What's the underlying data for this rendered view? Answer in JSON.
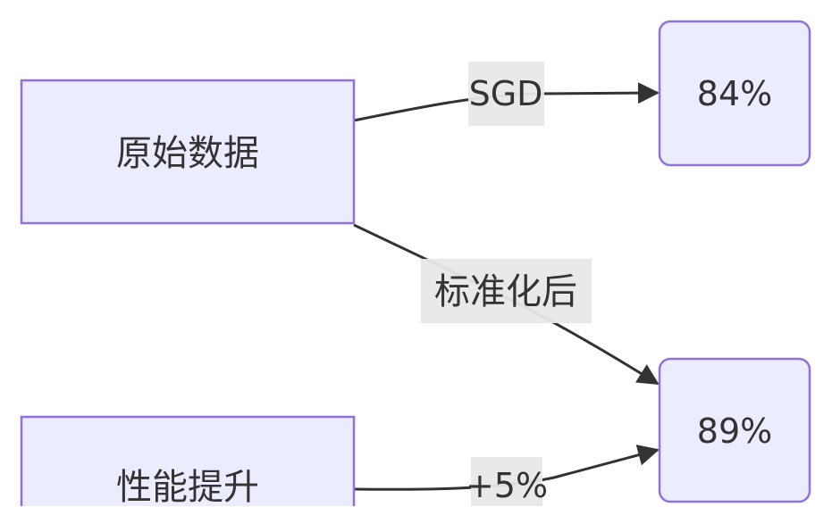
{
  "nodes": {
    "raw_data": "原始数据",
    "perf_gain": "性能提升",
    "acc_sgd": "84%",
    "acc_norm": "89%"
  },
  "edges": {
    "sgd": "SGD",
    "normalized": "标准化后",
    "gain": "+5%"
  },
  "colors": {
    "node_fill": "#ECECFF",
    "node_stroke": "#9370DB",
    "edge": "#333333",
    "label_bg": "#E8E8E8"
  }
}
